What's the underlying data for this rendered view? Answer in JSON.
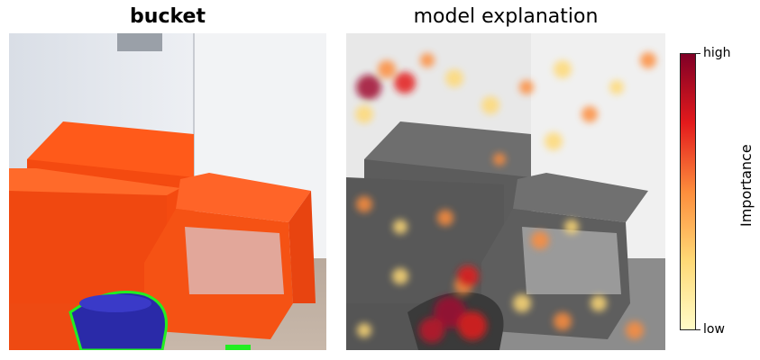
{
  "left_panel": {
    "title": "bucket"
  },
  "right_panel": {
    "title": "model explanation"
  },
  "colorbar": {
    "label": "Importance",
    "high_label": "high",
    "low_label": "low",
    "colors": [
      "#fffcc8",
      "#fed976",
      "#fd8d3c",
      "#e31a1c",
      "#800026"
    ]
  },
  "segmentation_color": "#22ee22"
}
